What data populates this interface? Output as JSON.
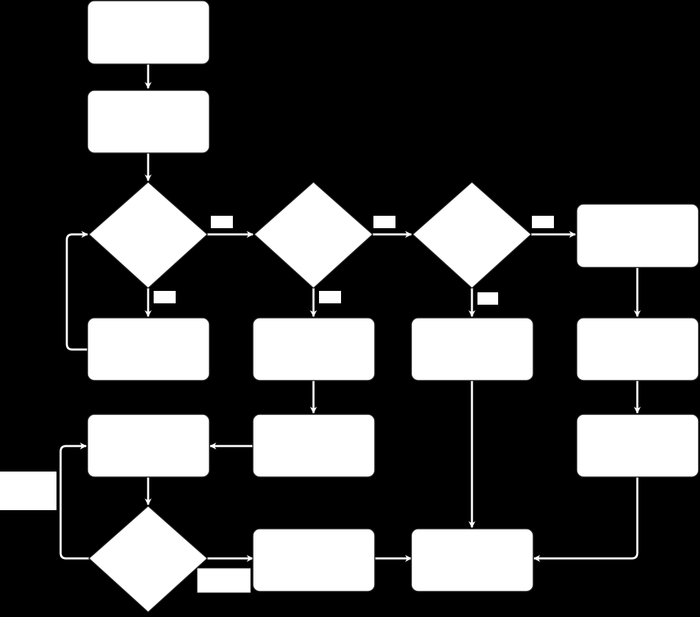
{
  "colors": {
    "background": "#000000",
    "shape_fill": "#ffffff",
    "connector": "#ffffff"
  },
  "nodes": [
    {
      "id": "process-1",
      "shape": "rounded-rectangle",
      "text": ""
    },
    {
      "id": "process-2",
      "shape": "rounded-rectangle",
      "text": ""
    },
    {
      "id": "decision-1",
      "shape": "diamond",
      "text": ""
    },
    {
      "id": "decision-2",
      "shape": "diamond",
      "text": ""
    },
    {
      "id": "decision-3",
      "shape": "diamond",
      "text": ""
    },
    {
      "id": "process-right-1",
      "shape": "rounded-rectangle",
      "text": ""
    },
    {
      "id": "process-3",
      "shape": "rounded-rectangle",
      "text": ""
    },
    {
      "id": "process-4",
      "shape": "rounded-rectangle",
      "text": ""
    },
    {
      "id": "process-5",
      "shape": "rounded-rectangle",
      "text": ""
    },
    {
      "id": "process-right-2",
      "shape": "rounded-rectangle",
      "text": ""
    },
    {
      "id": "process-6",
      "shape": "rounded-rectangle",
      "text": ""
    },
    {
      "id": "process-7",
      "shape": "rounded-rectangle",
      "text": ""
    },
    {
      "id": "process-right-3",
      "shape": "rounded-rectangle",
      "text": ""
    },
    {
      "id": "decision-4",
      "shape": "diamond",
      "text": ""
    },
    {
      "id": "process-8",
      "shape": "rounded-rectangle",
      "text": ""
    },
    {
      "id": "process-end",
      "shape": "rounded-rectangle",
      "text": ""
    }
  ],
  "edge_labels": [
    {
      "id": "label-d1-right",
      "text": ""
    },
    {
      "id": "label-d2-right",
      "text": ""
    },
    {
      "id": "label-d3-right",
      "text": ""
    },
    {
      "id": "label-d1-down",
      "text": ""
    },
    {
      "id": "label-d2-down",
      "text": ""
    },
    {
      "id": "label-d3-down",
      "text": ""
    },
    {
      "id": "label-d4-right",
      "text": ""
    }
  ],
  "side_note": {
    "text": ""
  },
  "edges": [
    {
      "from": "process-1",
      "to": "process-2"
    },
    {
      "from": "process-2",
      "to": "decision-1"
    },
    {
      "from": "decision-1",
      "to": "decision-2"
    },
    {
      "from": "decision-2",
      "to": "decision-3"
    },
    {
      "from": "decision-3",
      "to": "process-right-1"
    },
    {
      "from": "decision-1",
      "to": "process-3"
    },
    {
      "from": "process-3",
      "to": "decision-1"
    },
    {
      "from": "decision-2",
      "to": "process-4"
    },
    {
      "from": "decision-3",
      "to": "process-5"
    },
    {
      "from": "process-right-1",
      "to": "process-right-2"
    },
    {
      "from": "process-4",
      "to": "process-7"
    },
    {
      "from": "process-7",
      "to": "process-6"
    },
    {
      "from": "process-right-2",
      "to": "process-right-3"
    },
    {
      "from": "process-6",
      "to": "decision-4"
    },
    {
      "from": "decision-4",
      "to": "process-6"
    },
    {
      "from": "decision-4",
      "to": "process-8"
    },
    {
      "from": "process-8",
      "to": "process-end"
    },
    {
      "from": "process-5",
      "to": "process-end"
    },
    {
      "from": "process-right-3",
      "to": "process-end"
    }
  ]
}
